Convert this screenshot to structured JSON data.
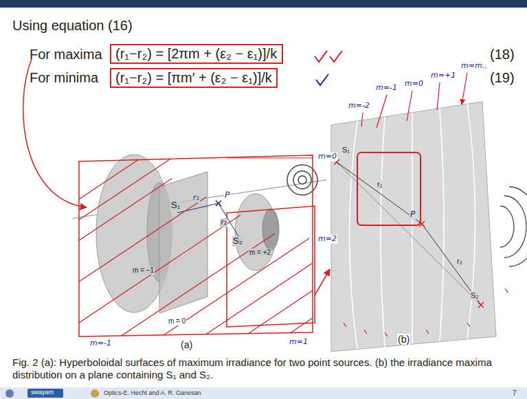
{
  "diagram": {
    "title": "Using equation (16)",
    "caption": "Fig. 2 (a): Hyperboloidal surfaces of maximum irradiance for two point sources. (b) the irradiance maxima distribution on a plane containing S₁ and S₂.",
    "nodes": [
      {
        "text": [
          "(r₁−r₂) = [2πm + (ε₂ − ε₁)]/k"
        ]
      },
      {
        "text": [
          "(r₁−r₂) = [πm′ + (ε₂ − ε₁)]/k"
        ]
      }
    ],
    "labels": [
      "For maxima",
      "(18)",
      "For minima",
      "(19)",
      "S₁",
      "S₂",
      "m = −1",
      "m = 0",
      "m = +2",
      "(a)",
      "S₁",
      "S₂",
      "r₁",
      "r₂",
      "(b)",
      "m=-2",
      "m=-1",
      "m=0",
      "m=+1",
      "m=m..",
      "m=0",
      "m=2",
      "m=1",
      "m=-1",
      "r₁",
      "r₂",
      "P",
      "P",
      "swayam",
      "Optics-E. Hecht and A. R. Ganesan",
      "7"
    ]
  }
}
